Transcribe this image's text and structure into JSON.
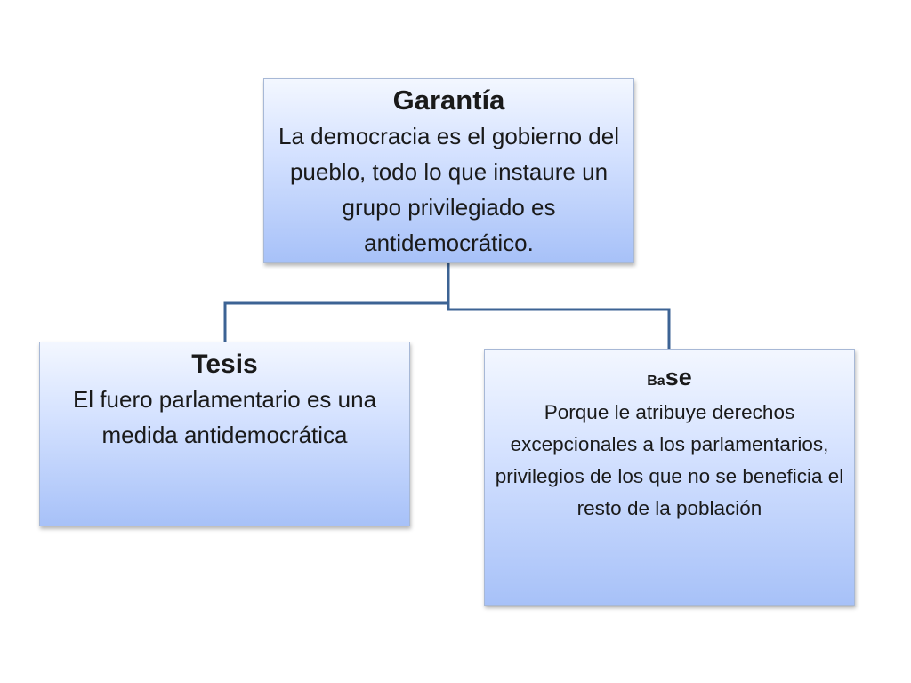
{
  "diagram": {
    "top_box": {
      "title": "Garantía",
      "text": "La democracia es el gobierno del pueblo, todo lo que instaure un grupo privilegiado es antidemocrático."
    },
    "left_box": {
      "title": "Tesis",
      "text": "El fuero parlamentario es una medida antidemocrática"
    },
    "right_box": {
      "title_part1": "Ba",
      "title_part2": "se",
      "text": "Porque le atribuye derechos excepcionales a los parlamentarios, privilegios de los que no se beneficia el resto de la población"
    },
    "colors": {
      "connector": "#3c6394",
      "box_top": "#f3f7ff",
      "box_bottom": "#a7c1f8",
      "text": "#1a1a1a"
    }
  }
}
